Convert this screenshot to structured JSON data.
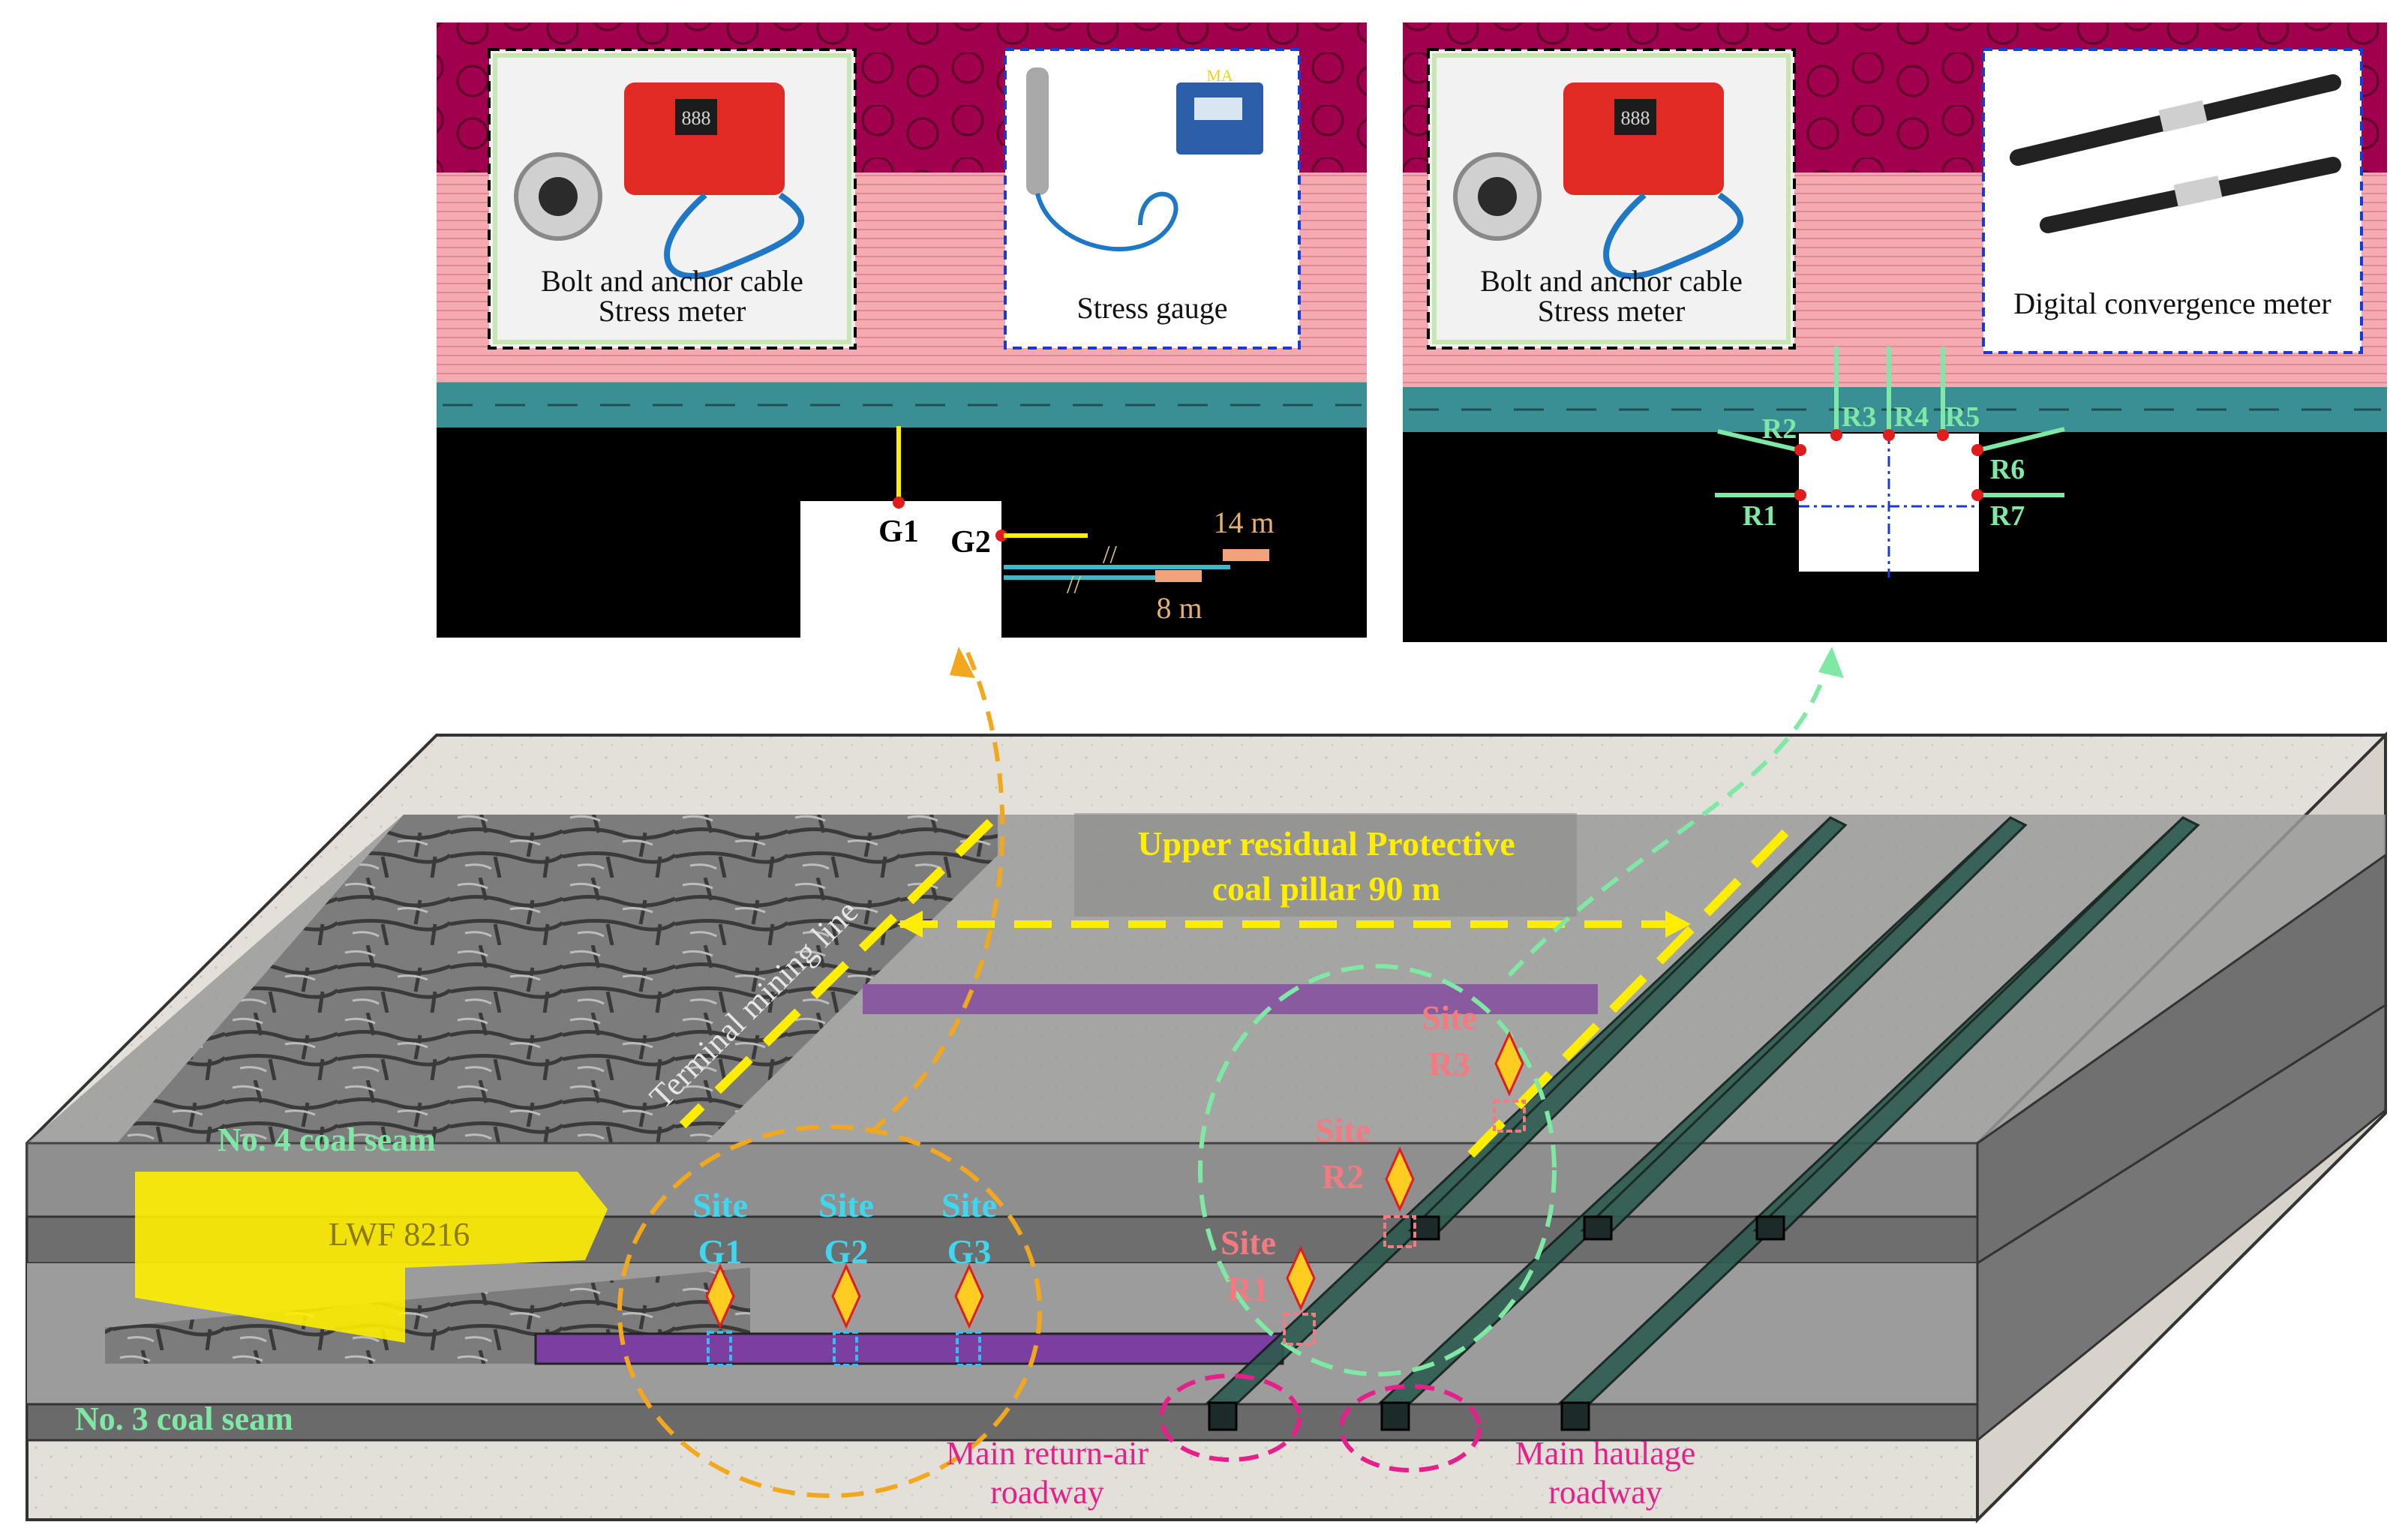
{
  "panel_left": {
    "devices": {
      "bolt_meter_line1": "Bolt and anchor cable",
      "bolt_meter_line2": "Stress meter",
      "stress_gauge": "Stress gauge"
    },
    "points": {
      "g1": "G1",
      "g2": "G2"
    },
    "lengths": {
      "long": "14 m",
      "short": "8 m"
    },
    "meter_badge": "888",
    "gauge_badge": "MA"
  },
  "panel_right": {
    "devices": {
      "bolt_meter_line1": "Bolt and anchor cable",
      "bolt_meter_line2": "Stress meter",
      "convergence": "Digital  convergence meter"
    },
    "points": {
      "r1": "R1",
      "r2": "R2",
      "r3": "R3",
      "r4": "R4",
      "r5": "R5",
      "r6": "R6",
      "r7": "R7"
    },
    "meter_badge": "888"
  },
  "model": {
    "pillar_line1": "Upper residual Protective",
    "pillar_line2": "coal pillar 90 m",
    "terminal_line": "Terminal mining line",
    "seam4": "No. 4 coal seam",
    "seam3": "No. 3 coal seam",
    "workface": "LWF 8216",
    "site_word": "Site",
    "sites_g": [
      "G1",
      "G2",
      "G3"
    ],
    "sites_r": [
      "R1",
      "R2",
      "R3"
    ],
    "return_air_line1": "Main return-air",
    "return_air_line2": "roadway",
    "haulage_line1": "Main haulage",
    "haulage_line2": "roadway"
  },
  "colors": {
    "roof_top": "#a0004e",
    "roof_pink": "#f5a9b0",
    "teal_band": "#3a8f95",
    "green_annot": "#7ee8a4",
    "cyan_text": "#3fd6f0",
    "salmon_text": "#f27a80",
    "yellow": "#ffee00",
    "orange_circle": "#f2a81e",
    "magenta": "#e6208a",
    "purple_bar": "#7a3fa0"
  }
}
